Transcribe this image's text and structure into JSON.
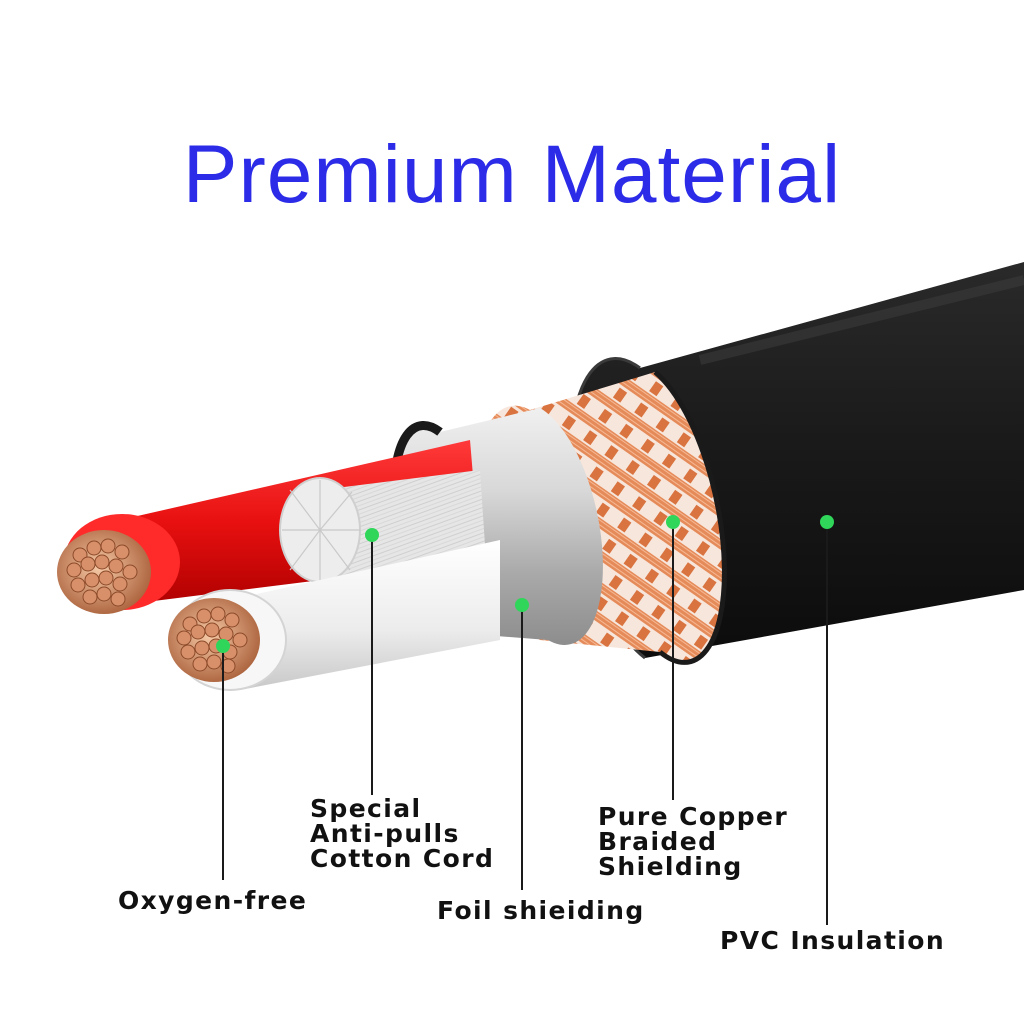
{
  "title": "Premium Material",
  "colors": {
    "title": "#2b2be8",
    "marker": "#2fd65a",
    "jacket": "#1a1a1a",
    "braid": "#e58b5a",
    "foil": "#c9c9c9",
    "red_wire": "#e81010",
    "white_wire": "#f2f2f2",
    "copper": "#c9825a"
  },
  "labels": {
    "oxygen_free": "Oxygen-free",
    "cotton_cord": [
      "Special",
      "Anti-pulls",
      "Cotton Cord"
    ],
    "foil": "Foil shieiding",
    "braid": [
      "Pure Copper",
      "Braided",
      "Shielding"
    ],
    "pvc": "PVC Insulation"
  }
}
